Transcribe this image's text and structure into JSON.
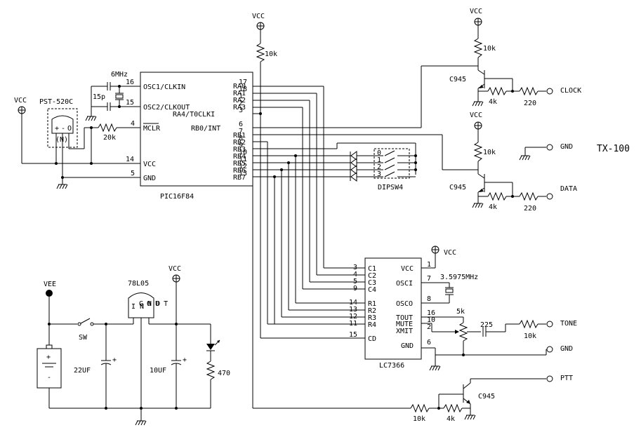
{
  "title": "TX-100",
  "chips": {
    "pic": {
      "name": "PIC16F84",
      "left_pins": [
        {
          "num": "16",
          "label": "OSC1/CLKIN"
        },
        {
          "num": "15",
          "label": "OSC2/CLKOUT"
        },
        {
          "num": "4",
          "label": "MCLR"
        },
        {
          "num": "14",
          "label": "VCC"
        },
        {
          "num": "5",
          "label": "GND"
        }
      ],
      "right_pins": [
        {
          "num": "17",
          "label": "RA0"
        },
        {
          "num": "18",
          "label": "RA1"
        },
        {
          "num": "1",
          "label": "RA2"
        },
        {
          "num": "2",
          "label": "RA3"
        },
        {
          "num": "3",
          "label": "RA4/T0CLKI"
        },
        {
          "num": "6",
          "label": "RB0/INT"
        },
        {
          "num": "7",
          "label": "RB1"
        },
        {
          "num": "8",
          "label": "RB2"
        },
        {
          "num": "9",
          "label": "RB3"
        },
        {
          "num": "10",
          "label": "RB4"
        },
        {
          "num": "11",
          "label": "RB5"
        },
        {
          "num": "12",
          "label": "RB6"
        },
        {
          "num": "13",
          "label": "RB7"
        }
      ]
    },
    "lc": {
      "name": "LC7366",
      "left_pins": [
        {
          "num": "3",
          "label": "C1"
        },
        {
          "num": "4",
          "label": "C2"
        },
        {
          "num": "5",
          "label": "C3"
        },
        {
          "num": "9",
          "label": "C4"
        },
        {
          "num": "14",
          "label": "R1"
        },
        {
          "num": "13",
          "label": "R2"
        },
        {
          "num": "12",
          "label": "R3"
        },
        {
          "num": "11",
          "label": "R4"
        },
        {
          "num": "15",
          "label": "CD"
        }
      ],
      "right_pins": [
        {
          "num": "1",
          "label": "VCC"
        },
        {
          "num": "7",
          "label": "OSCI"
        },
        {
          "num": "8",
          "label": "OSCO"
        },
        {
          "num": "16",
          "label": "TOUT"
        },
        {
          "num": "10",
          "label": "MUTE"
        },
        {
          "num": "2",
          "label": "XMIT"
        },
        {
          "num": "6",
          "label": "GND"
        }
      ]
    }
  },
  "parts": {
    "xtal1": "6MHz",
    "cap15": "15p",
    "r20k": "20k",
    "sensor": "PST-520C",
    "sensor_pins": [
      "+",
      "-",
      "O"
    ],
    "sensor_body": "(N)",
    "dipsw_name": "DIPSW4",
    "dipsw_pos": [
      "0",
      "1",
      "2",
      "3"
    ],
    "r_top": "10k",
    "q_clock": "C945",
    "q_data": "C945",
    "q_ptt": "C945",
    "r_4k_a": "4k",
    "r_4k_b": "4k",
    "r_4k_c": "4k",
    "r_220_a": "220",
    "r_220_b": "220",
    "r_10k_clk": "10k",
    "r_10k_data": "10k",
    "r_10k_ptt": "10k",
    "r_10k_tone": "10k",
    "xtal2": "3.5975MHz",
    "pot": "5k",
    "c225": "225",
    "reg": "78L05",
    "reg_pins": [
      "I N",
      "G N D",
      "O U T"
    ],
    "sw": "SW",
    "c22": "22UF",
    "c10": "10UF",
    "r470": "470",
    "cap_plus": "+",
    "bat_plus": "+",
    "bat_minus": "-"
  },
  "nets": {
    "vcc": "VCC",
    "vee": "VEE",
    "gnd": "GND"
  },
  "outputs": {
    "clock": "CLOCK",
    "gnd": "GND",
    "data": "DATA",
    "tone": "TONE",
    "ptt": "PTT"
  }
}
